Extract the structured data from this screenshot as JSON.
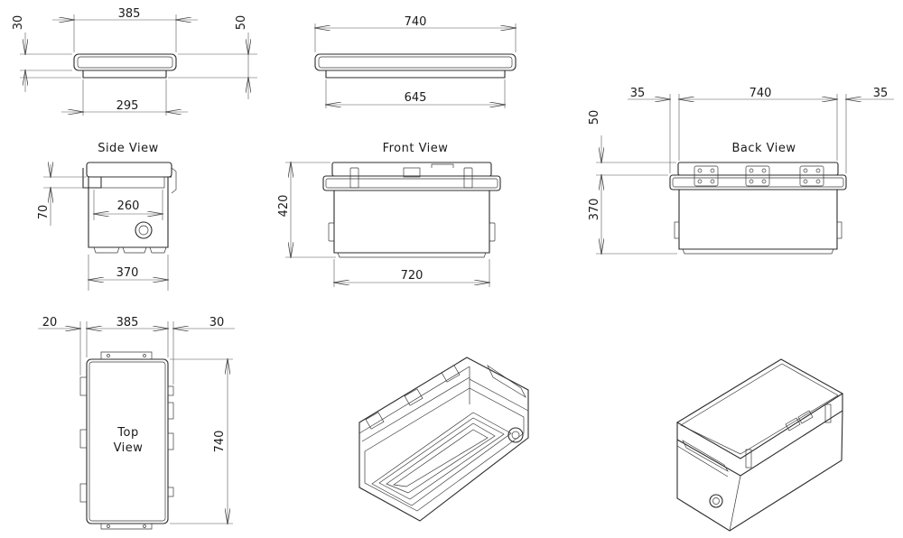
{
  "views": {
    "side": "Side View",
    "front": "Front View",
    "back": "Back View",
    "top_line1": "Top",
    "top_line2": "View"
  },
  "dimensions": {
    "lid_side_height": "30",
    "lid_side_width": "385",
    "lid_side_total": "50",
    "lid_side_inner": "295",
    "lid_front_width": "740",
    "lid_front_inner": "645",
    "back_left": "35",
    "back_width": "740",
    "back_right": "35",
    "back_lid": "50",
    "back_body": "370",
    "front_height": "420",
    "front_base": "720",
    "side_handle": "70",
    "side_inner": "260",
    "side_base": "370",
    "top_left": "20",
    "top_width": "385",
    "top_right": "30",
    "top_length": "740"
  }
}
